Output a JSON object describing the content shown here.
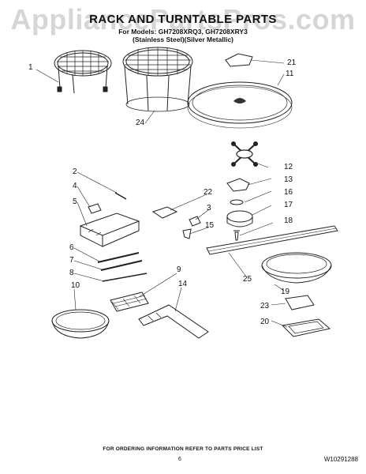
{
  "watermark": "AppliancePartsPros.com",
  "title": "RACK AND TURNTABLE PARTS",
  "subtitle_models": "For Models: GH7208XRQ3, GH7208XRY3",
  "subtitle_finish": "(Stainless Steel)(Silver Metallic)",
  "callouts": [
    "1",
    "2",
    "3",
    "4",
    "5",
    "6",
    "7",
    "8",
    "9",
    "10",
    "11",
    "12",
    "13",
    "14",
    "15",
    "16",
    "17",
    "18",
    "19",
    "20",
    "21",
    "22",
    "23",
    "24",
    "25"
  ],
  "footer": "FOR ORDERING INFORMATION REFER TO PARTS PRICE LIST",
  "page_number": "6",
  "doc_number": "W10291288"
}
